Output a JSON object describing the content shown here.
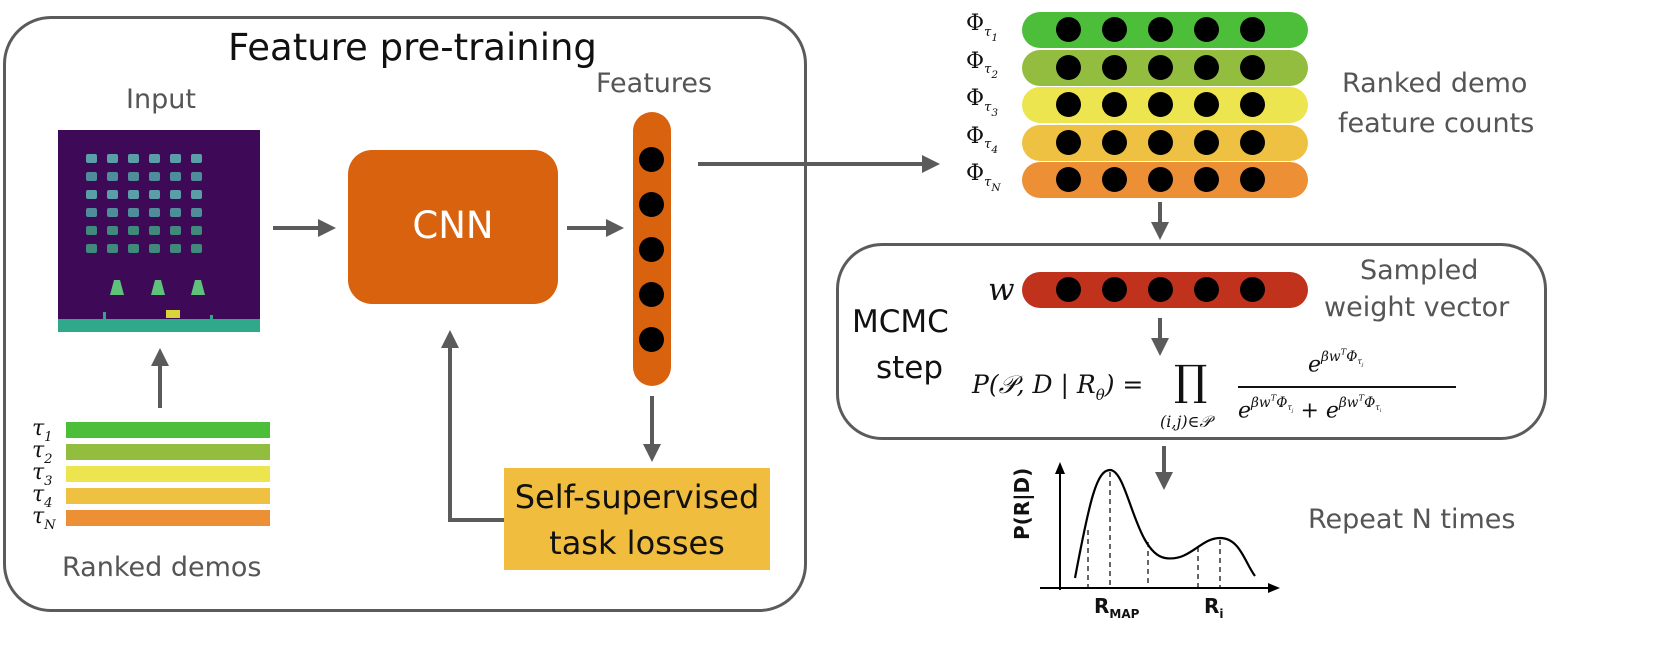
{
  "pretraining": {
    "title": "Feature pre-training",
    "input_label": "Input",
    "features_label": "Features",
    "cnn_label": "CNN",
    "ranked_demos_label": "Ranked demos",
    "loss_line1": "Self-supervised",
    "loss_line2": "task losses",
    "demos": [
      {
        "symbol": "τ",
        "sub": "1",
        "color": "#4cbe3a"
      },
      {
        "symbol": "τ",
        "sub": "2",
        "color": "#93bd3e"
      },
      {
        "symbol": "τ",
        "sub": "3",
        "color": "#ede54f"
      },
      {
        "symbol": "τ",
        "sub": "4",
        "color": "#eec142"
      },
      {
        "symbol": "τ",
        "sub": "N",
        "color": "#ec8f35"
      }
    ]
  },
  "feature_counts": {
    "label_line1": "Ranked demo",
    "label_line2": "feature counts",
    "rows": [
      {
        "symbol": "Φ",
        "sub_symbol": "τ",
        "sub": "1",
        "color": "#4cbe3a"
      },
      {
        "symbol": "Φ",
        "sub_symbol": "τ",
        "sub": "2",
        "color": "#93bd3e"
      },
      {
        "symbol": "Φ",
        "sub_symbol": "τ",
        "sub": "3",
        "color": "#ede54f"
      },
      {
        "symbol": "Φ",
        "sub_symbol": "τ",
        "sub": "4",
        "color": "#eec142"
      },
      {
        "symbol": "Φ",
        "sub_symbol": "τ",
        "sub": "N",
        "color": "#ec8f35"
      }
    ]
  },
  "mcmc": {
    "label_line1": "MCMC",
    "label_line2": "step",
    "w_symbol": "w",
    "weight_label_line1": "Sampled",
    "weight_label_line2": "weight vector",
    "weight_color": "#c0321c",
    "formula_lhs": "P(𝒫, D | R",
    "formula_lhs_sub": "θ",
    "formula_lhs_end": ") =",
    "product": "∏",
    "product_sub": "(i,j)∈𝒫"
  },
  "posterior": {
    "ylabel": "P(R|D)",
    "tick_map": "R",
    "tick_map_sub": "MAP",
    "tick_i": "R",
    "tick_i_sub": "i",
    "repeat_label": "Repeat N times"
  },
  "colors": {
    "cnn": "#d9620f",
    "feature_column": "#d9620f",
    "loss_box": "#f1bd3e",
    "arrows": "#5b5b5b",
    "game_bg": "#3e0a57",
    "game_ground": "#2fa98a"
  }
}
